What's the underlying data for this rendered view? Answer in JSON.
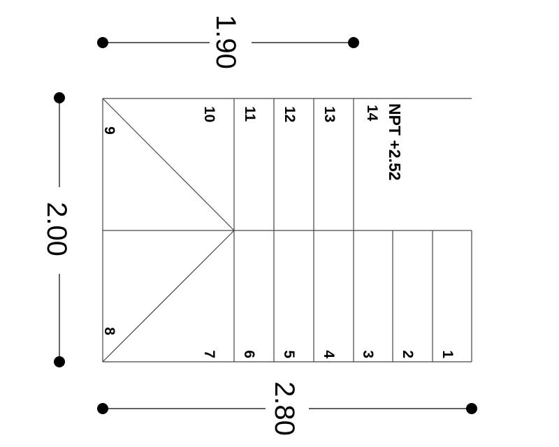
{
  "dimensions": {
    "top": "1.90",
    "left": "2.00",
    "bottom": "2.80"
  },
  "level_label": "NPT +2.52",
  "steps": [
    "1",
    "2",
    "3",
    "4",
    "5",
    "6",
    "7",
    "8",
    "9",
    "10",
    "11",
    "12",
    "13",
    "14"
  ],
  "colors": {
    "line": "#444444",
    "text": "#000000"
  }
}
